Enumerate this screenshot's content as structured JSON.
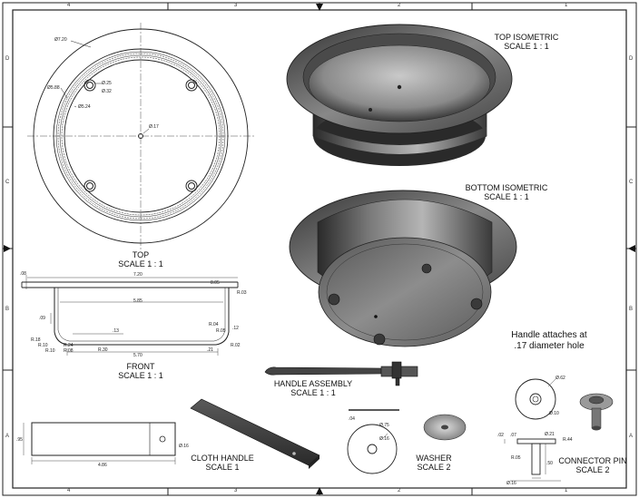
{
  "border": {
    "top_zones": [
      "4",
      "3",
      "2",
      "1"
    ],
    "side_zones": [
      "D",
      "C",
      "B",
      "A"
    ]
  },
  "views": {
    "top": {
      "title": "TOP",
      "scale": "SCALE 1 : 1",
      "dims": [
        "Ø7.20",
        "Ø5.88",
        "Ø5.24",
        "Ø.25",
        "Ø.32",
        "Ø.17"
      ]
    },
    "top_iso": {
      "title": "TOP ISOMETRIC",
      "scale": "SCALE 1 : 1"
    },
    "bottom_iso": {
      "title": "BOTTOM ISOMETRIC",
      "scale": "SCALE 1 : 1"
    },
    "front": {
      "title": "FRONT",
      "scale": "SCALE 1 : 1",
      "dims": [
        "7.20",
        "5.85",
        "5.70",
        ".08",
        ".09",
        ".13",
        ".21",
        ".12",
        "8.05",
        "R.03",
        "R.04",
        "R.05",
        "R.18",
        "R.10",
        "R.10",
        "R.24",
        "R.08",
        "R.30",
        "R.02"
      ]
    },
    "handle_assembly": {
      "title": "HANDLE ASSEMBLY",
      "scale": "SCALE 1 : 1"
    },
    "cloth_handle": {
      "title": "CLOTH HANDLE",
      "scale": "SCALE 1",
      "dims": [
        ".95",
        "Ø.16",
        "4.86"
      ]
    },
    "washer": {
      "title": "WASHER",
      "scale": "SCALE 2",
      "dims": [
        "Ø.75",
        "Ø.16",
        ".04"
      ]
    },
    "connector_pin": {
      "title": "CONNECTOR PIN",
      "scale": "SCALE 2",
      "dims": [
        "Ø.62",
        "Ø.10",
        ".02",
        ".07",
        "Ø.21",
        "R.44",
        "R.05",
        ".50",
        "Ø.16"
      ]
    }
  },
  "note": {
    "line1": "Handle attaches at",
    "line2": ".17 diameter hole"
  }
}
